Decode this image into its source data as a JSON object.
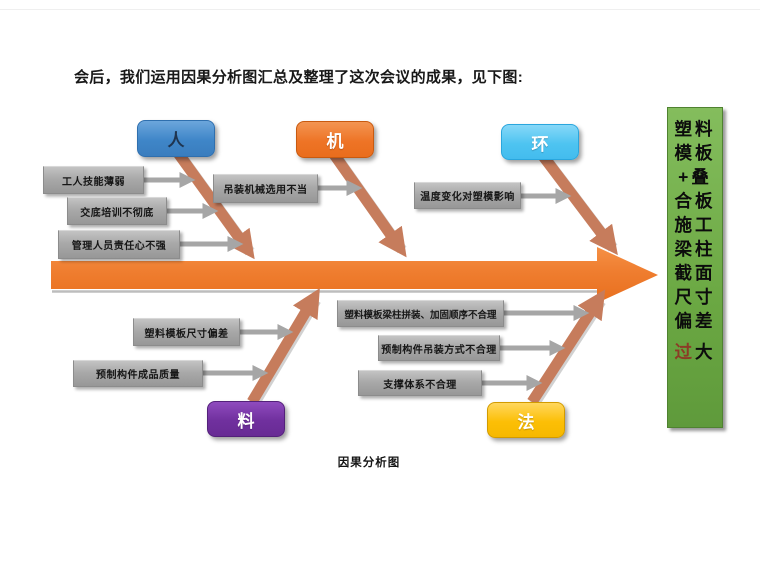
{
  "page": {
    "title": "会后，我们运用因果分析图汇总及整理了这次会议的成果，见下图:",
    "caption": "因果分析图"
  },
  "diagram": {
    "type": "fishbone-cause-effect",
    "effect": {
      "text": "塑料模板+叠合板施工梁柱截面尺寸偏差过大",
      "rows": [
        "塑料",
        "模板",
        "+叠",
        "合板",
        "施工",
        "梁柱",
        "截面",
        "尺寸",
        "偏差"
      ],
      "suffix_accent": "过",
      "suffix": "大",
      "color": "#6BA843"
    },
    "categories": [
      {
        "label": "人",
        "color": "#3F86C8",
        "position": "top"
      },
      {
        "label": "机",
        "color": "#EE7426",
        "position": "top"
      },
      {
        "label": "环",
        "color": "#4EC4F1",
        "position": "top"
      },
      {
        "label": "料",
        "color": "#70309E",
        "position": "bottom"
      },
      {
        "label": "法",
        "color": "#FCBF06",
        "position": "bottom"
      }
    ],
    "causes": [
      {
        "category": "人",
        "text": "工人技能薄弱"
      },
      {
        "category": "人",
        "text": "交底培训不彻底"
      },
      {
        "category": "人",
        "text": "管理人员责任心不强"
      },
      {
        "category": "机",
        "text": "吊装机械选用不当"
      },
      {
        "category": "环",
        "text": "温度变化对塑模影响"
      },
      {
        "category": "料",
        "text": "塑料模板尺寸偏差"
      },
      {
        "category": "料",
        "text": "预制构件成品质量"
      },
      {
        "category": "法",
        "text": "塑料模板梁柱拼装、加固顺序不合理"
      },
      {
        "category": "法",
        "text": "预制构件吊装方式不合理"
      },
      {
        "category": "法",
        "text": "支撑体系不合理"
      }
    ],
    "colors": {
      "spine": "#EF7D2F",
      "bone": "#C67C5C",
      "cause_box": "#A6A6A6",
      "effect_box": "#6BA843"
    }
  }
}
